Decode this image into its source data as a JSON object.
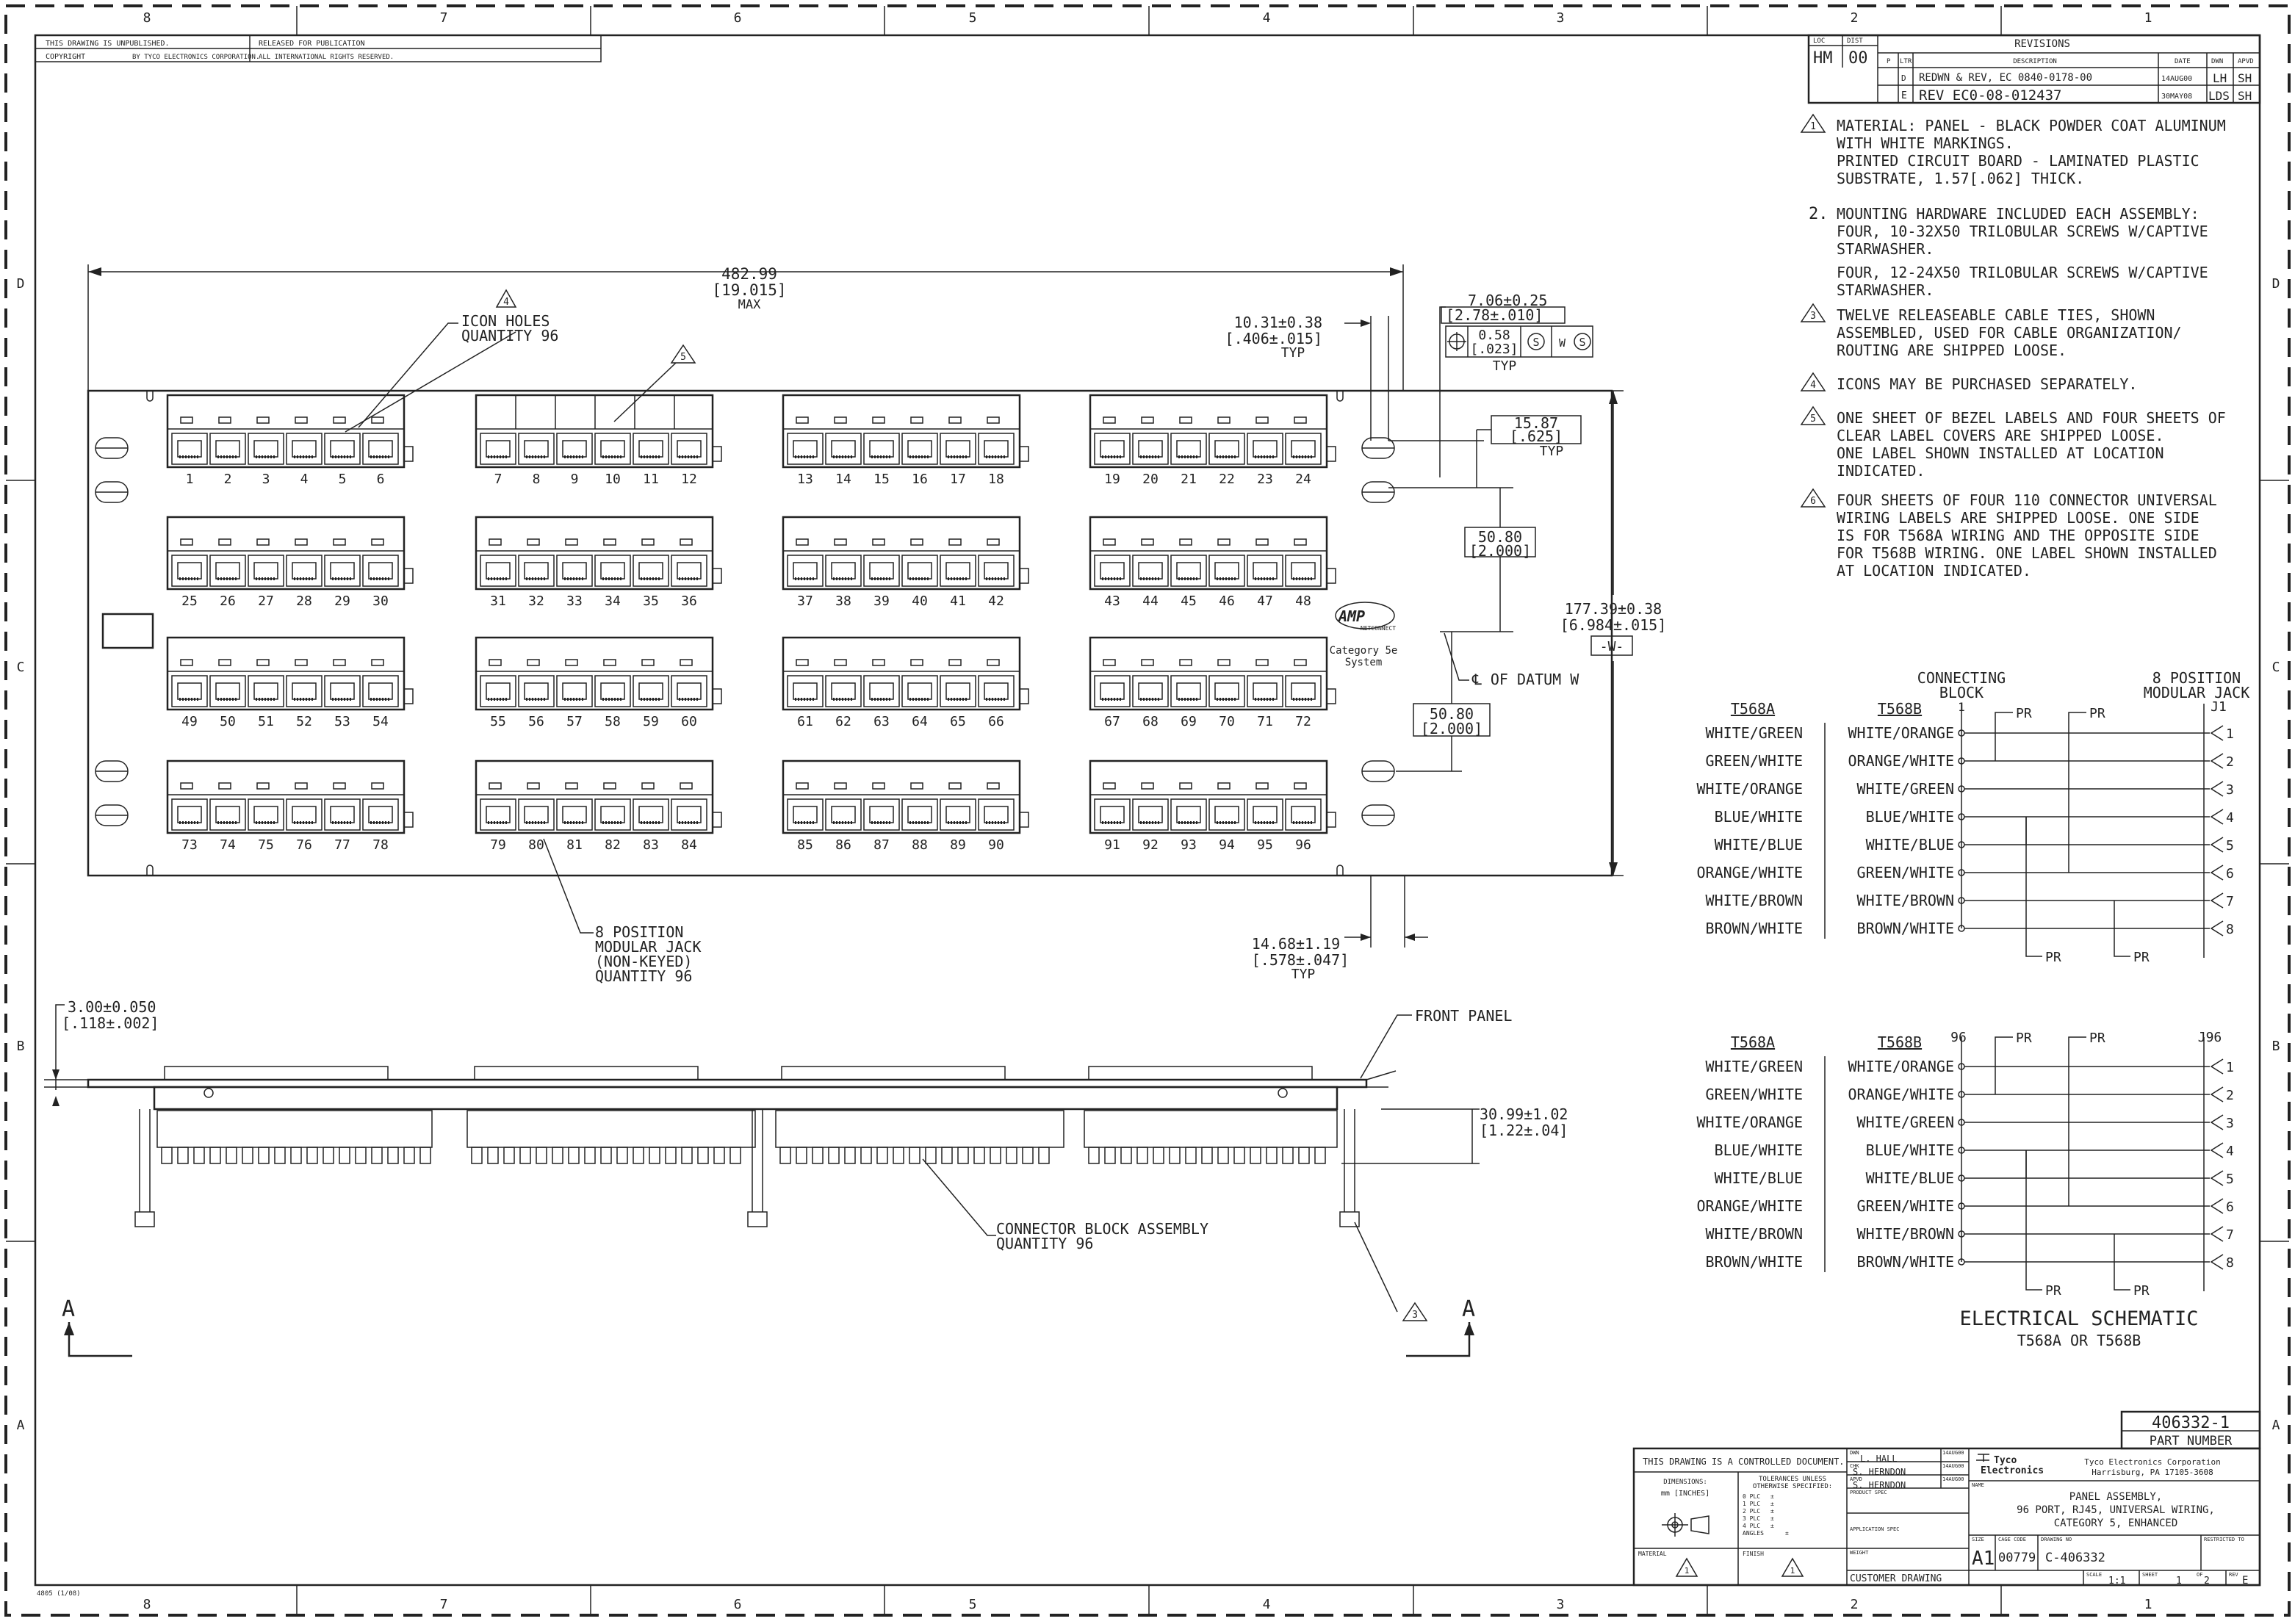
{
  "border": {
    "columns": [
      "8",
      "7",
      "6",
      "5",
      "4",
      "3",
      "2",
      "1"
    ],
    "rows": [
      "D",
      "C",
      "B",
      "A"
    ]
  },
  "header": {
    "line1_left": "THIS DRAWING IS UNPUBLISHED.",
    "line1_mid": "RELEASED FOR PUBLICATION",
    "line2_left": "COPYRIGHT",
    "line2_by": "BY TYCO ELECTRONICS CORPORATION.",
    "line2_mid": "ALL INTERNATIONAL RIGHTS RESERVED."
  },
  "revisions": {
    "loc_label": "LOC",
    "dist_label": "DIST",
    "loc": "HM",
    "dist": "00",
    "title": "REVISIONS",
    "col_p": "P",
    "col_ltr": "LTR",
    "col_desc": "DESCRIPTION",
    "col_date": "DATE",
    "col_dwn": "DWN",
    "col_apvd": "APVD",
    "rows": [
      {
        "ltr": "D",
        "desc": "REDWN & REV, EC 0840-0178-00",
        "date": "14AUG00",
        "dwn": "LH",
        "apvd": "SH"
      },
      {
        "ltr": "E",
        "desc": "REV EC0-08-012437",
        "date": "30MAY08",
        "dwn": "LDS",
        "apvd": "SH"
      }
    ]
  },
  "notes": [
    {
      "num": "1",
      "flag": true,
      "lines": [
        "MATERIAL: PANEL - BLACK POWDER COAT ALUMINUM",
        "WITH WHITE MARKINGS.",
        "PRINTED CIRCUIT BOARD - LAMINATED PLASTIC",
        "SUBSTRATE, 1.57[.062] THICK."
      ]
    },
    {
      "num": "2.",
      "flag": false,
      "lines": [
        "MOUNTING HARDWARE INCLUDED EACH ASSEMBLY:",
        "FOUR, 10-32X50 TRILOBULAR SCREWS W/CAPTIVE",
        "STARWASHER.",
        "FOUR, 12-24X50 TRILOBULAR SCREWS W/CAPTIVE",
        "STARWASHER."
      ]
    },
    {
      "num": "3",
      "flag": true,
      "lines": [
        "TWELVE RELEASEABLE CABLE TIES, SHOWN",
        "ASSEMBLED, USED FOR CABLE ORGANIZATION/",
        "ROUTING ARE SHIPPED LOOSE."
      ]
    },
    {
      "num": "4",
      "flag": true,
      "lines": [
        "ICONS MAY BE PURCHASED SEPARATELY."
      ]
    },
    {
      "num": "5",
      "flag": true,
      "lines": [
        "ONE SHEET OF BEZEL LABELS AND FOUR SHEETS OF",
        "CLEAR LABEL COVERS ARE SHIPPED LOOSE.",
        "ONE LABEL SHOWN INSTALLED AT LOCATION",
        "INDICATED."
      ]
    },
    {
      "num": "6",
      "flag": true,
      "lines": [
        "FOUR SHEETS OF FOUR 110 CONNECTOR UNIVERSAL",
        "WIRING LABELS ARE SHIPPED LOOSE. ONE SIDE",
        "IS FOR T568A WIRING AND THE OPPOSITE SIDE",
        "FOR T568B WIRING. ONE LABEL SHOWN INSTALLED",
        "AT LOCATION INDICATED."
      ]
    }
  ],
  "panel": {
    "port_rows": [
      [
        [
          "1",
          "2",
          "3",
          "4",
          "5",
          "6"
        ],
        [
          "7",
          "8",
          "9",
          "10",
          "11",
          "12"
        ],
        [
          "13",
          "14",
          "15",
          "16",
          "17",
          "18"
        ],
        [
          "19",
          "20",
          "21",
          "22",
          "23",
          "24"
        ]
      ],
      [
        [
          "25",
          "26",
          "27",
          "28",
          "29",
          "30"
        ],
        [
          "31",
          "32",
          "33",
          "34",
          "35",
          "36"
        ],
        [
          "37",
          "38",
          "39",
          "40",
          "41",
          "42"
        ],
        [
          "43",
          "44",
          "45",
          "46",
          "47",
          "48"
        ]
      ],
      [
        [
          "49",
          "50",
          "51",
          "52",
          "53",
          "54"
        ],
        [
          "55",
          "56",
          "57",
          "58",
          "59",
          "60"
        ],
        [
          "61",
          "62",
          "63",
          "64",
          "65",
          "66"
        ],
        [
          "67",
          "68",
          "69",
          "70",
          "71",
          "72"
        ]
      ],
      [
        [
          "73",
          "74",
          "75",
          "76",
          "77",
          "78"
        ],
        [
          "79",
          "80",
          "81",
          "82",
          "83",
          "84"
        ],
        [
          "85",
          "86",
          "87",
          "88",
          "89",
          "90"
        ],
        [
          "91",
          "92",
          "93",
          "94",
          "95",
          "96"
        ]
      ]
    ],
    "dim_width": "482.99",
    "dim_width_in": "[19.015]",
    "dim_width_max": "MAX",
    "icon_holes_1": "ICON HOLES",
    "icon_holes_2": "QUANTITY 96",
    "flag4": "4",
    "flag5": "5",
    "dim_1031": "10.31±0.38",
    "dim_1031_in": "[.406±.015]",
    "typ": "TYP",
    "dim_706": "7.06±0.25",
    "dim_706_in": "[2.78±.010]",
    "dim_058": "0.58",
    "dim_058_in": "[.023]",
    "fcf_s": "S",
    "fcf_w": "W",
    "dim_1587": "15.87",
    "dim_1587_in": "[.625]",
    "dim_5080": "50.80",
    "dim_5080_in": "[2.000]",
    "dim_17739": "177.39±0.38",
    "dim_17739_in": "[6.984±.015]",
    "datum_w": "-W-",
    "datum_note": "℄ OF DATUM W",
    "dim_1468": "14.68±1.19",
    "dim_1468_in": "[.578±.047]",
    "logo_amp": "AMP",
    "logo_netconnect": "NETCONNECT",
    "logo_cat": "Category 5e",
    "logo_sys": "System",
    "jack_1": "8 POSITION",
    "jack_2": "MODULAR JACK",
    "jack_3": "(NON-KEYED)",
    "jack_4": "QUANTITY 96"
  },
  "side": {
    "dim_300": "3.00±0.050",
    "dim_300_in": "[.118±.002]",
    "front_panel": "FRONT PANEL",
    "dim_3099": "30.99±1.02",
    "dim_3099_in": "[1.22±.04]",
    "cba_1": "CONNECTOR BLOCK ASSEMBLY",
    "cba_2": "QUANTITY 96",
    "section": "A",
    "flag3": "3"
  },
  "schematic": {
    "connecting_1": "CONNECTING",
    "connecting_2": "BLOCK",
    "block_num": "1",
    "jack_title_1": "8 POSITION",
    "jack_title_2": "MODULAR JACK",
    "jack_num": "J1",
    "t568a": "T568A",
    "t568b": "T568B",
    "pr": "PR",
    "pins": [
      "1",
      "2",
      "3",
      "4",
      "5",
      "6",
      "7",
      "8"
    ],
    "a_colors": [
      "WHITE/GREEN",
      "GREEN/WHITE",
      "WHITE/ORANGE",
      "BLUE/WHITE",
      "WHITE/BLUE",
      "ORANGE/WHITE",
      "WHITE/BROWN",
      "BROWN/WHITE"
    ],
    "b_colors": [
      "WHITE/ORANGE",
      "ORANGE/WHITE",
      "WHITE/GREEN",
      "BLUE/WHITE",
      "WHITE/BLUE",
      "GREEN/WHITE",
      "WHITE/BROWN",
      "BROWN/WHITE"
    ],
    "block2_num": "96",
    "jack2_num": "J96",
    "title": "ELECTRICAL SCHEMATIC",
    "subtitle": "T568A OR T568B"
  },
  "titleblock": {
    "part_no": "406332-1",
    "part_label": "PART NUMBER",
    "controlled": "THIS DRAWING IS A CONTROLLED DOCUMENT.",
    "dimensions": "DIMENSIONS:",
    "units": "mm [INCHES]",
    "tolerances_1": "TOLERANCES UNLESS",
    "tolerances_2": "OTHERWISE SPECIFIED:",
    "plc": [
      "0 PLC",
      "1 PLC",
      "2 PLC",
      "3 PLC",
      "4 PLC",
      "ANGLES"
    ],
    "plc_pm": "±",
    "material": "MATERIAL",
    "finish": "FINISH",
    "dwn_label": "DWN",
    "dwn_name": "L. HALL",
    "dwn_date": "14AUG00",
    "chk_label": "CHK",
    "chk_name": "S. HERNDON",
    "chk_date": "14AUG00",
    "apvd_label": "APVD",
    "apvd_name": "S. HERNDON",
    "apvd_date": "14AUG00",
    "product_spec": "PRODUCT SPEC",
    "application_spec": "APPLICATION SPEC",
    "weight": "WEIGHT",
    "company_logo_1": "Tyco",
    "company_logo_2": "Electronics",
    "company_1": "Tyco Electronics Corporation",
    "company_2": "Harrisburg, PA 17105-3608",
    "name_label": "NAME",
    "name_1": "PANEL ASSEMBLY,",
    "name_2": "96 PORT, RJ45, UNIVERSAL WIRING,",
    "name_3": "CATEGORY 5, ENHANCED",
    "size_label": "SIZE",
    "size": "A1",
    "cage_label": "CAGE CODE",
    "cage": "00779",
    "dwg_label": "DRAWING NO",
    "dwg": "C-406332",
    "restricted": "RESTRICTED TO",
    "customer": "CUSTOMER DRAWING",
    "scale_label": "SCALE",
    "scale": "1:1",
    "sheet_label": "SHEET",
    "sheet": "1",
    "of_label": "OF",
    "of": "2",
    "rev_label": "REV",
    "rev": "E",
    "flag1": "1",
    "form": "4805 (1/08)"
  }
}
